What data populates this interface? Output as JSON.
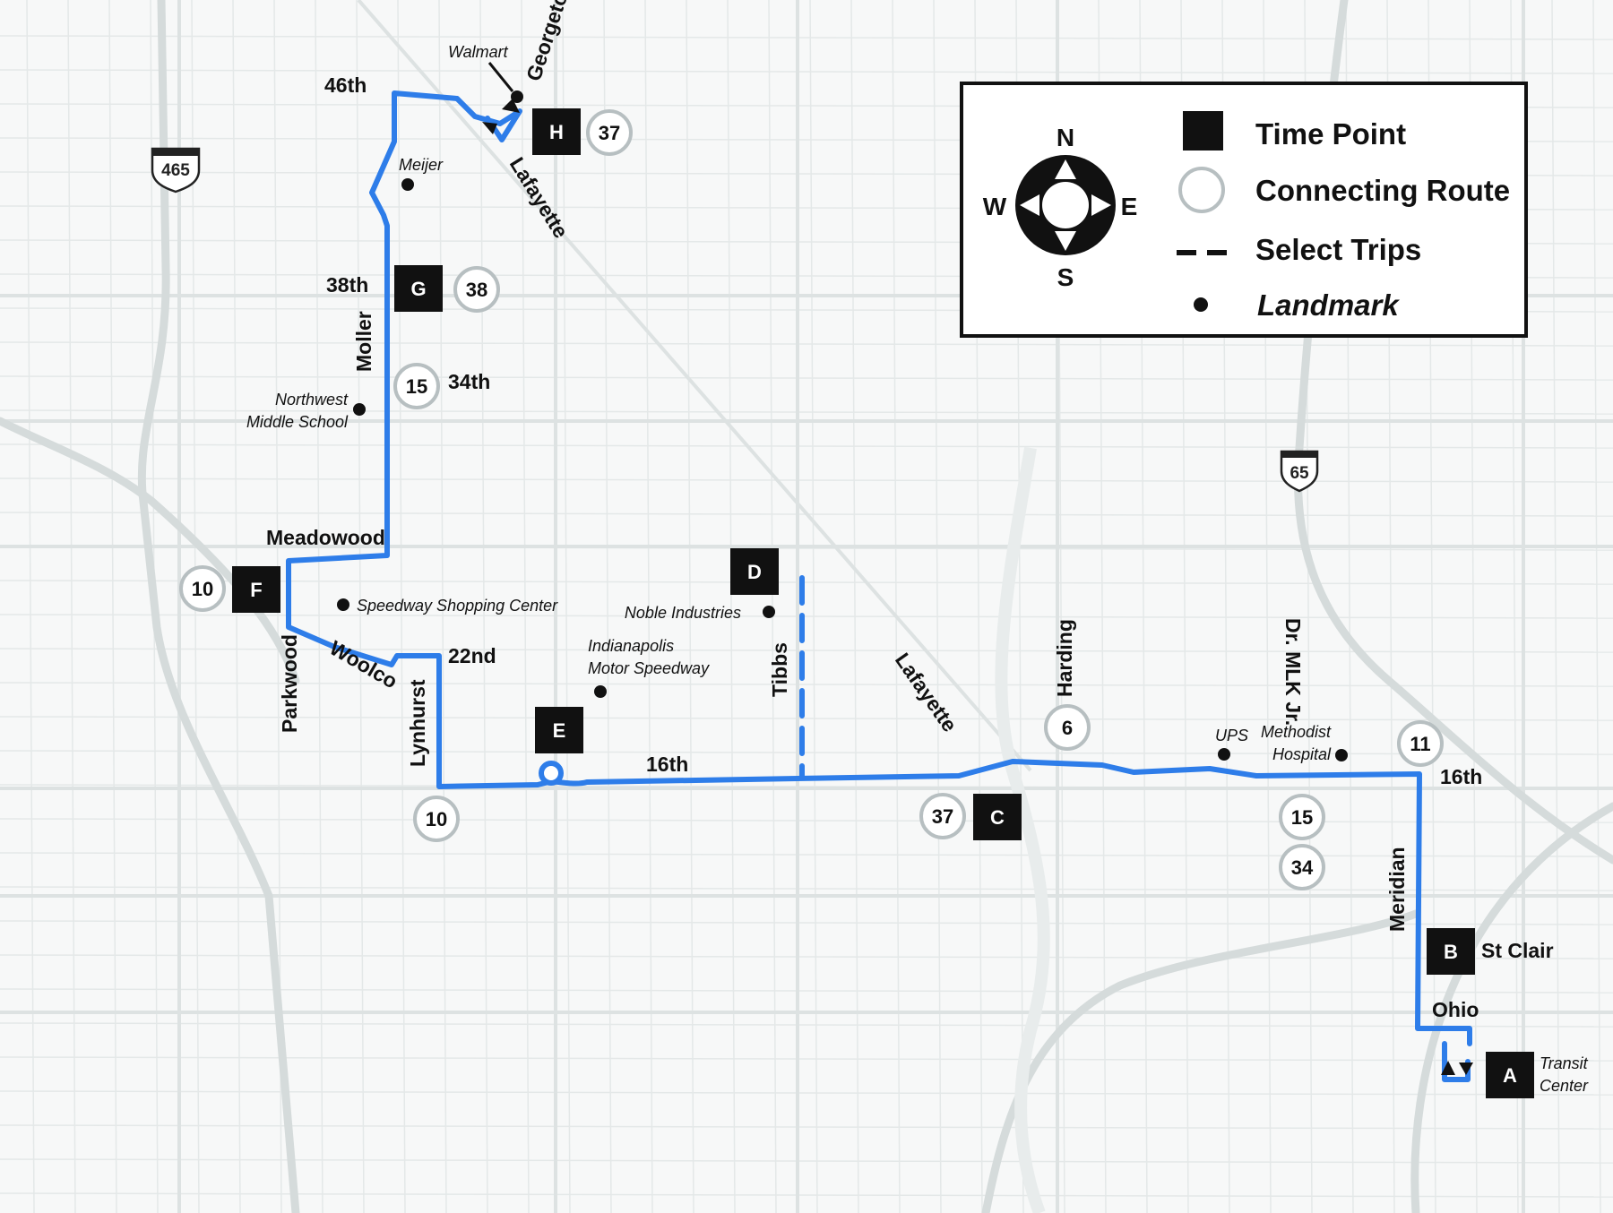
{
  "legend": {
    "compass": {
      "n": "N",
      "s": "S",
      "e": "E",
      "w": "W"
    },
    "items": {
      "time_point": "Time Point",
      "connecting_route": "Connecting Route",
      "select_trips": "Select Trips",
      "landmark": "Landmark"
    }
  },
  "interstates": {
    "i465": "465",
    "i65": "65"
  },
  "time_points": {
    "a": "A",
    "b": "B",
    "c": "C",
    "d": "D",
    "e": "E",
    "f": "F",
    "g": "G",
    "h": "H"
  },
  "connecting_routes": {
    "r37_north": "37",
    "r38": "38",
    "r15_north": "15",
    "r10_west": "10",
    "r10_south": "10",
    "r37_south": "37",
    "r6": "6",
    "r15_east": "15",
    "r34": "34",
    "r11": "11"
  },
  "streets": {
    "s46th": "46th",
    "georgetown": "Georgetown",
    "lafayette_north": "Lafayette",
    "s38th": "38th",
    "moller": "Moller",
    "s34th": "34th",
    "meadowood": "Meadowood",
    "parkwood": "Parkwood",
    "woolco": "Woolco",
    "lynhurst": "Lynhurst",
    "s22nd": "22nd",
    "s16th_west": "16th",
    "tibbs": "Tibbs",
    "lafayette_south": "Lafayette",
    "harding": "Harding",
    "mlk": "Dr. MLK Jr.",
    "s16th_east": "16th",
    "meridian": "Meridian",
    "st_clair": "St Clair",
    "ohio": "Ohio"
  },
  "landmarks": {
    "walmart": "Walmart",
    "meijer": "Meijer",
    "northwest_1": "Northwest",
    "northwest_2": "Middle School",
    "speedway": "Speedway Shopping Center",
    "noble": "Noble Industries",
    "ims_1": "Indianapolis",
    "ims_2": "Motor Speedway",
    "ups": "UPS",
    "methodist_1": "Methodist",
    "methodist_2": "Hospital",
    "transit_1": "Transit",
    "transit_2": "Center"
  },
  "colors": {
    "route": "#2e7de9",
    "time_point": "#111111",
    "connecting_ring": "#b7bfc1",
    "background": "#f7f8f8"
  }
}
